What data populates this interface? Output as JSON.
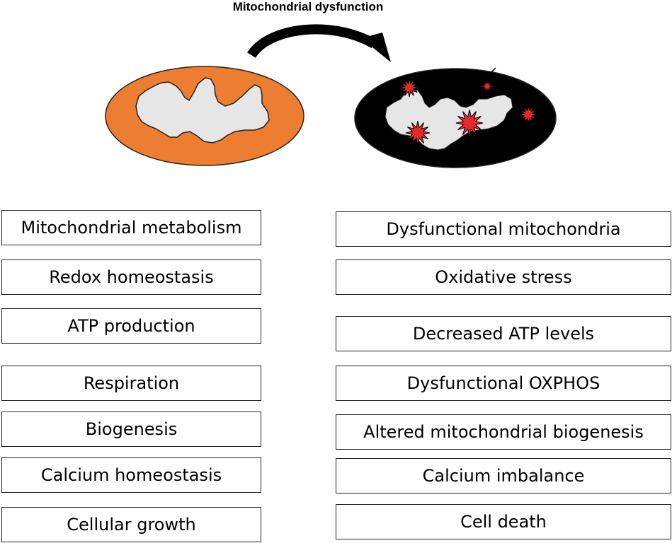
{
  "title": "Mitochondrial dysfunction",
  "colors": {
    "healthy_membrane": "#ed7d31",
    "dysfunctional_membrane": "#000000",
    "matrix": "#e6e6e6",
    "ros_burst": "#e52929"
  },
  "icons": {
    "healthy": "healthy-mitochondrion-icon",
    "dysfunctional": "dysfunctional-mitochondrion-icon",
    "arrow": "curved-arrow-icon",
    "ros": "ros-burst-icon"
  },
  "left_column": [
    "Mitochondrial metabolism",
    "Redox homeostasis",
    "ATP production",
    "Respiration",
    "Biogenesis",
    "Calcium homeostasis",
    "Cellular growth"
  ],
  "right_column": [
    "Dysfunctional mitochondria",
    "Oxidative stress",
    "Decreased ATP levels",
    "Dysfunctional OXPHOS",
    "Altered mitochondrial biogenesis",
    "Calcium imbalance",
    "Cell death"
  ]
}
